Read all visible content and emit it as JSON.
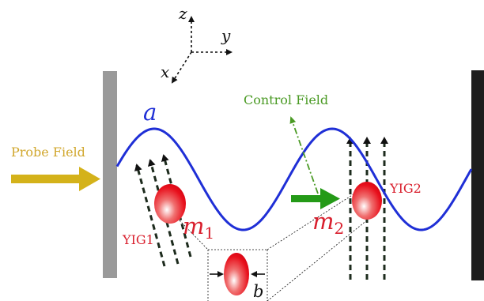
{
  "labels": {
    "axis_z": "z",
    "axis_y": "y",
    "axis_x": "x",
    "cavity_mode": "a",
    "probe_field": "Probe Field",
    "control_field": "Control Field",
    "yig1": "YIG1",
    "yig2": "YIG2",
    "m1_base": "m",
    "m1_sub": "1",
    "m2_base": "m",
    "m2_sub": "2",
    "b": "b"
  },
  "colors": {
    "wave": "#1f2fd6",
    "probe_arrow": "#d4b21a",
    "probe_text": "#d1a72d",
    "control_arrow": "#249a17",
    "control_text": "#4a9a24",
    "yig_text": "#d9202e",
    "sphere": "#e8101c",
    "left_mirror": "#9a9a9a",
    "right_mirror": "#1e1e1e",
    "field_lines": "#1d2b1d"
  }
}
